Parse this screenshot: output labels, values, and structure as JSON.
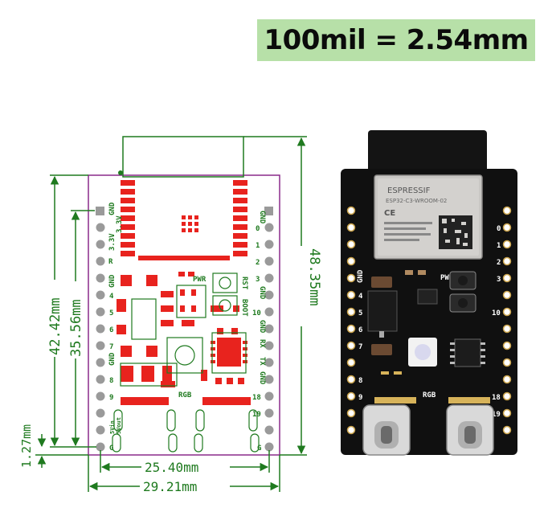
{
  "banner": {
    "text": "100mil = 2.54mm"
  },
  "dimensions": {
    "height_total": "48.35mm",
    "height_header": "42.42mm",
    "height_row": "35.56mm",
    "pitch_bottom": "1.27mm",
    "width_inner": "25.40mm",
    "width_outer": "29.21mm"
  },
  "silkscreen": {
    "left_pins": [
      "GND",
      "3.3V",
      "3.3V",
      "R",
      "GND",
      "4",
      "5",
      "6",
      "7",
      "GND",
      "8",
      "9",
      "5Vin",
      "5Vout",
      "G"
    ],
    "right_pins": [
      "GND",
      "0",
      "1",
      "2",
      "3",
      "GND",
      "10",
      "GND",
      "RX",
      "TX",
      "GND",
      "18",
      "19",
      "G"
    ],
    "pwr": "PWR",
    "rst": "RST",
    "boot": "BOOT",
    "rgb": "RGB"
  },
  "module": {
    "brand": "ESPRESSIF",
    "model": "ESP32-C3-WROOM-02",
    "ce": "CE"
  },
  "colors": {
    "dimension_green": "#1f7a1f",
    "banner_bg": "#b7e0a8",
    "pad_red": "#e8231e",
    "outline_purple": "#8a2a8a",
    "board_black": "#101010"
  }
}
